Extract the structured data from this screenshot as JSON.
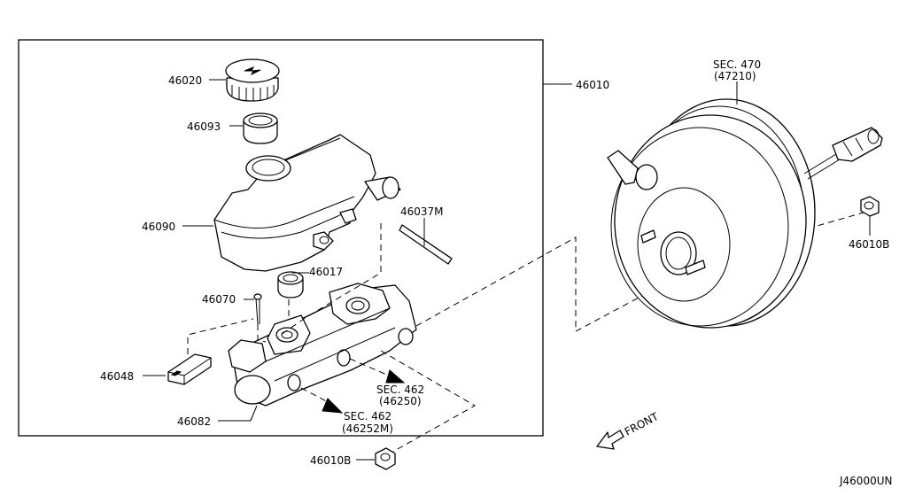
{
  "labels": {
    "reservoir_cap": "46020",
    "cap_seal": "46093",
    "assembly": "46010",
    "sec470_line1": "SEC. 470",
    "sec470_line2": "(47210)",
    "reservoir_tank": "46090",
    "pin": "46037M",
    "nut_right": "46010B",
    "grommet": "46017",
    "pin_small": "46070",
    "level_switch": "46048",
    "cylinder": "46082",
    "sec462a_line1": "SEC. 462",
    "sec462a_line2": "(46250)",
    "sec462b_line1": "SEC. 462",
    "sec462b_line2": "(46252M)",
    "front": "FRONT",
    "nut_bottom": "46010B",
    "diagram_code": "J46000UN"
  }
}
